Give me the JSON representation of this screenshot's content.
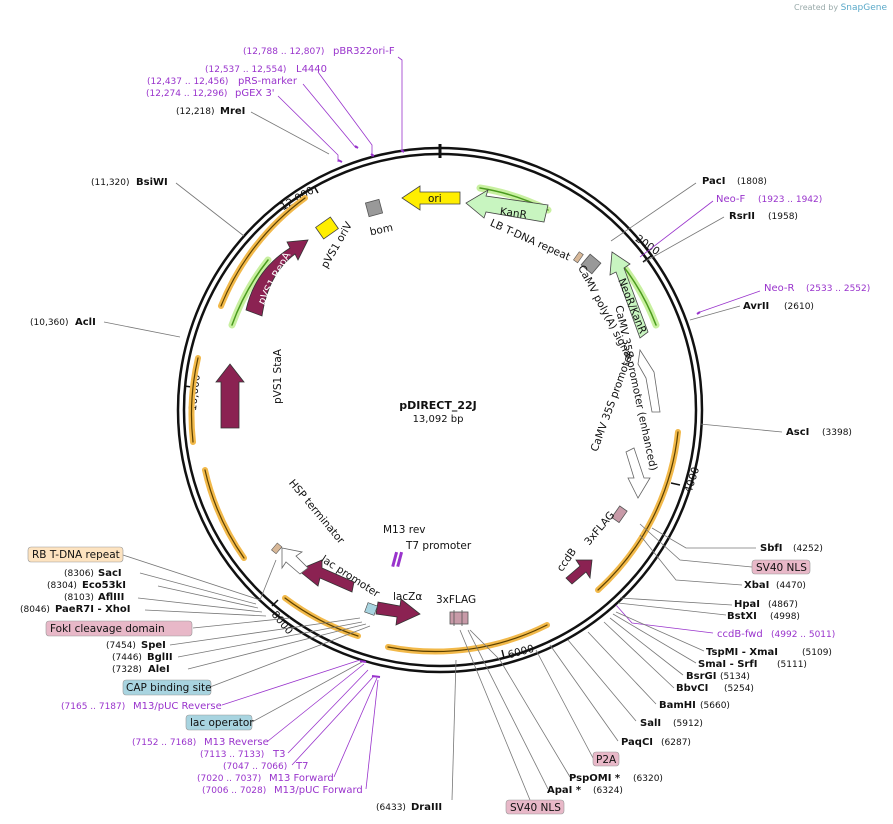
{
  "credit": {
    "prefix": "Created by",
    "brand": "SnapGene"
  },
  "plasmid": {
    "name": "pDIRECT_22J",
    "size": "13,092 bp"
  },
  "ticks": [
    "2000",
    "4000",
    "6000",
    "8000",
    "10,000",
    "12,000"
  ],
  "features": [
    {
      "label": "ori"
    },
    {
      "label": "KanR"
    },
    {
      "label": "bom"
    },
    {
      "label": "pVS1 oriV"
    },
    {
      "label": "pVS1 RepA"
    },
    {
      "label": "pVS1 StaA"
    },
    {
      "label": "LB T-DNA repeat"
    },
    {
      "label": "CaMV poly(A) signal"
    },
    {
      "label": "NeoR/KanR"
    },
    {
      "label": "CaMV 35S promoter (enhanced)"
    },
    {
      "label": "CaMV 35S promoter"
    },
    {
      "label": "3xFLAG"
    },
    {
      "label": "ccdB"
    },
    {
      "label": "M13 rev"
    },
    {
      "label": "T7 promoter"
    },
    {
      "label": "lacZα"
    },
    {
      "label": "3xFLAG"
    },
    {
      "label": "lac promoter"
    },
    {
      "label": "HSP terminator"
    }
  ],
  "left_labels": [
    {
      "coord": "(12,788 .. 12,807)",
      "name": "pBR322ori-F",
      "type": "primer"
    },
    {
      "coord": "(12,537 .. 12,554)",
      "name": "L4440",
      "type": "primer"
    },
    {
      "coord": "(12,437 .. 12,456)",
      "name": "pRS-marker",
      "type": "primer"
    },
    {
      "coord": "(12,274 .. 12,296)",
      "name": "pGEX 3'",
      "type": "primer"
    },
    {
      "coord": "(12,218)",
      "name": "MreI",
      "type": "enzyme"
    },
    {
      "coord": "(11,320)",
      "name": "BsiWI",
      "type": "enzyme"
    },
    {
      "coord": "(10,360)",
      "name": "AclI",
      "type": "enzyme"
    },
    {
      "coord": "",
      "name": "RB T-DNA repeat",
      "type": "box-orange"
    },
    {
      "coord": "(8306)",
      "name": "SacI",
      "type": "enzyme"
    },
    {
      "coord": "(8304)",
      "name": "Eco53kI",
      "type": "enzyme"
    },
    {
      "coord": "(8103)",
      "name": "AflIII",
      "type": "enzyme"
    },
    {
      "coord": "(8046)",
      "name": "PaeR7I  - XhoI",
      "type": "enzyme"
    },
    {
      "coord": "",
      "name": "FokI cleavage domain",
      "type": "box-pink"
    },
    {
      "coord": "(7454)",
      "name": "SpeI",
      "type": "enzyme"
    },
    {
      "coord": "(7446)",
      "name": "BglII",
      "type": "enzyme"
    },
    {
      "coord": "(7328)",
      "name": "AleI",
      "type": "enzyme"
    },
    {
      "coord": "",
      "name": "CAP binding site",
      "type": "box-blue"
    },
    {
      "coord": "(7165 .. 7187)",
      "name": "M13/pUC Reverse",
      "type": "primer"
    },
    {
      "coord": "",
      "name": "lac operator",
      "type": "box-blue"
    },
    {
      "coord": "(7152 .. 7168)",
      "name": "M13 Reverse",
      "type": "primer"
    },
    {
      "coord": "(7113 .. 7133)",
      "name": "T3",
      "type": "primer"
    },
    {
      "coord": "(7047 .. 7066)",
      "name": "T7",
      "type": "primer"
    },
    {
      "coord": "(7020 .. 7037)",
      "name": "M13 Forward",
      "type": "primer"
    },
    {
      "coord": "(7006 .. 7028)",
      "name": "M13/pUC Forward",
      "type": "primer"
    },
    {
      "coord": "(6433)",
      "name": "DraIII",
      "type": "enzyme"
    }
  ],
  "right_labels": [
    {
      "coord": "(1808)",
      "name": "PacI",
      "type": "enzyme"
    },
    {
      "coord": "(1923 .. 1942)",
      "name": "Neo-F",
      "type": "primer"
    },
    {
      "coord": "(1958)",
      "name": "RsrII",
      "type": "enzyme"
    },
    {
      "coord": "(2533 .. 2552)",
      "name": "Neo-R",
      "type": "primer"
    },
    {
      "coord": "(2610)",
      "name": "AvrII",
      "type": "enzyme"
    },
    {
      "coord": "(3398)",
      "name": "AscI",
      "type": "enzyme"
    },
    {
      "coord": "(4252)",
      "name": "SbfI",
      "type": "enzyme"
    },
    {
      "coord": "",
      "name": "SV40 NLS",
      "type": "box-pink"
    },
    {
      "coord": "(4470)",
      "name": "XbaI",
      "type": "enzyme"
    },
    {
      "coord": "(4867)",
      "name": "HpaI",
      "type": "enzyme"
    },
    {
      "coord": "(4998)",
      "name": "BstXI",
      "type": "enzyme"
    },
    {
      "coord": "(4992 .. 5011)",
      "name": "ccdB-fwd",
      "type": "primer"
    },
    {
      "coord": "(5109)",
      "name": "TspMI  - XmaI",
      "type": "enzyme"
    },
    {
      "coord": "(5111)",
      "name": "SmaI  - SrfI",
      "type": "enzyme"
    },
    {
      "coord": "(5134)",
      "name": "BsrGI",
      "type": "enzyme"
    },
    {
      "coord": "(5254)",
      "name": "BbvCI",
      "type": "enzyme"
    },
    {
      "coord": "(5660)",
      "name": "BamHI",
      "type": "enzyme"
    },
    {
      "coord": "(5912)",
      "name": "SalI",
      "type": "enzyme"
    },
    {
      "coord": "(6287)",
      "name": "PaqCI",
      "type": "enzyme"
    },
    {
      "coord": "",
      "name": "P2A",
      "type": "box-pink"
    },
    {
      "coord": "(6320)",
      "name": "PspOMI *",
      "type": "enzyme"
    },
    {
      "coord": "(6324)",
      "name": "ApaI *",
      "type": "enzyme"
    },
    {
      "coord": "",
      "name": "SV40 NLS",
      "type": "box-pink"
    }
  ],
  "colors": {
    "backbone": "#111111",
    "orange_arc": "#f2b94a",
    "green_arc": "#4a9a1e",
    "maroon": "#8b2252",
    "yellow": "#ffee00",
    "lightgreen": "#c8f5c0",
    "gray": "#999999",
    "primer": "#9933cc",
    "box_pink": "#e8b8c8",
    "box_blue": "#a8d4e0",
    "box_orange": "#fde3c0"
  }
}
